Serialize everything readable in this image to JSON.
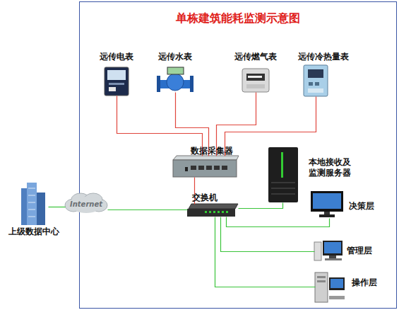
{
  "diagram": {
    "title": "单栋建筑能耗监测示意图",
    "nodes": [
      {
        "text": [
          "远传电表"
        ]
      },
      {
        "text": [
          "远传水表"
        ]
      },
      {
        "text": [
          "远传燃气表"
        ]
      },
      {
        "text": [
          "远传冷热量表"
        ]
      },
      {
        "text": [
          "数据采集器"
        ]
      },
      {
        "text": [
          "本地接收及 监测服务器"
        ]
      },
      {
        "text": [
          "上级数据中心"
        ]
      },
      {
        "text": [
          "Internet"
        ]
      },
      {
        "text": [
          "交换机"
        ]
      },
      {
        "text": [
          "决策层"
        ]
      },
      {
        "text": [
          "管理层"
        ]
      },
      {
        "text": [
          "操作层"
        ]
      }
    ],
    "edges": [
      {
        "from": 0,
        "to": 4,
        "arrow": "none"
      },
      {
        "from": 1,
        "to": 4,
        "arrow": "none"
      },
      {
        "from": 2,
        "to": 4,
        "arrow": "none"
      },
      {
        "from": 3,
        "to": 4,
        "arrow": "none"
      },
      {
        "from": 4,
        "to": 8,
        "arrow": "none"
      },
      {
        "from": 8,
        "to": 5,
        "arrow": "none"
      },
      {
        "from": 8,
        "to": 9,
        "arrow": "none"
      },
      {
        "from": 8,
        "to": 10,
        "arrow": "none"
      },
      {
        "from": 8,
        "to": 11,
        "arrow": "none"
      },
      {
        "from": 6,
        "to": 7,
        "arrow": "none"
      },
      {
        "from": 7,
        "to": 8,
        "arrow": "none"
      }
    ]
  }
}
